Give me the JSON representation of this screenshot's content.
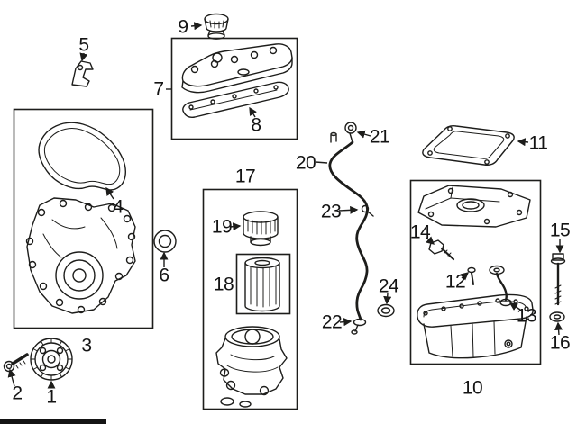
{
  "page": {
    "background_color": "#ffffff",
    "line_color": "#1d1d1b"
  },
  "diagram": {
    "type": "exploded-parts-diagram",
    "callouts": [
      {
        "label": "1"
      },
      {
        "label": "2"
      },
      {
        "label": "3"
      },
      {
        "label": "4"
      },
      {
        "label": "5"
      },
      {
        "label": "6"
      },
      {
        "label": "7"
      },
      {
        "label": "8"
      },
      {
        "label": "9"
      },
      {
        "label": "10"
      },
      {
        "label": "11"
      },
      {
        "label": "12"
      },
      {
        "label": "13"
      },
      {
        "label": "14"
      },
      {
        "label": "15"
      },
      {
        "label": "16"
      },
      {
        "label": "17"
      },
      {
        "label": "18"
      },
      {
        "label": "19"
      },
      {
        "label": "20"
      },
      {
        "label": "21"
      },
      {
        "label": "22"
      },
      {
        "label": "23"
      },
      {
        "label": "24"
      }
    ]
  }
}
